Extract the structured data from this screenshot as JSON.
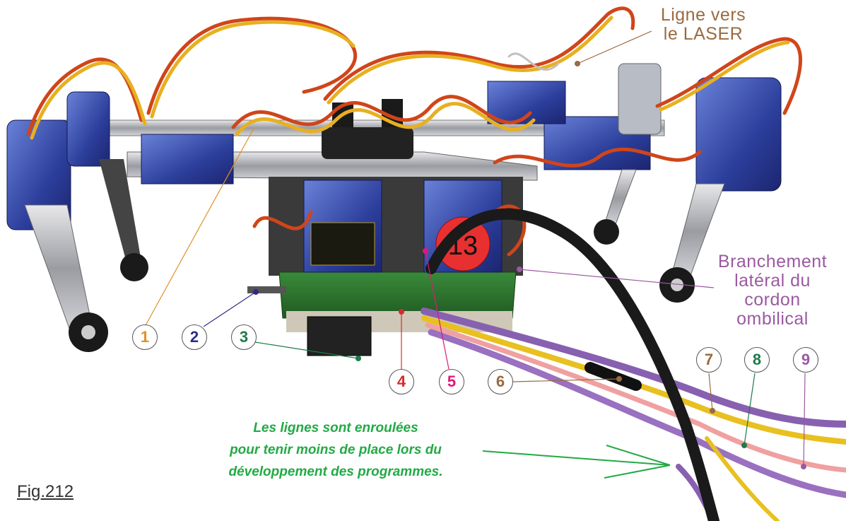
{
  "labels": {
    "laser_line": [
      "Ligne vers",
      "le LASER"
    ],
    "side_connection": [
      "Branchement",
      "latéral du",
      "cordon",
      "ombilical"
    ],
    "caption": [
      "Les lignes sont enroulées",
      "pour tenir moins de place lors du",
      "développement des programmes."
    ],
    "figure": "Fig.212",
    "servo_number": "13"
  },
  "callouts": [
    {
      "number": "1",
      "color": "#e0902a"
    },
    {
      "number": "2",
      "color": "#2e2a8a"
    },
    {
      "number": "3",
      "color": "#1e7a4a"
    },
    {
      "number": "4",
      "color": "#d82a2a"
    },
    {
      "number": "5",
      "color": "#e0187a"
    },
    {
      "number": "6",
      "color": "#9a6a40"
    },
    {
      "number": "7",
      "color": "#9a6a40"
    },
    {
      "number": "8",
      "color": "#1e7a4a"
    },
    {
      "number": "9",
      "color": "#9a5aa0"
    }
  ],
  "colors": {
    "laser_label": "#9a6a40",
    "side_label": "#9a5aa0",
    "caption": "#22aa44",
    "arrow": "#22aa44"
  }
}
